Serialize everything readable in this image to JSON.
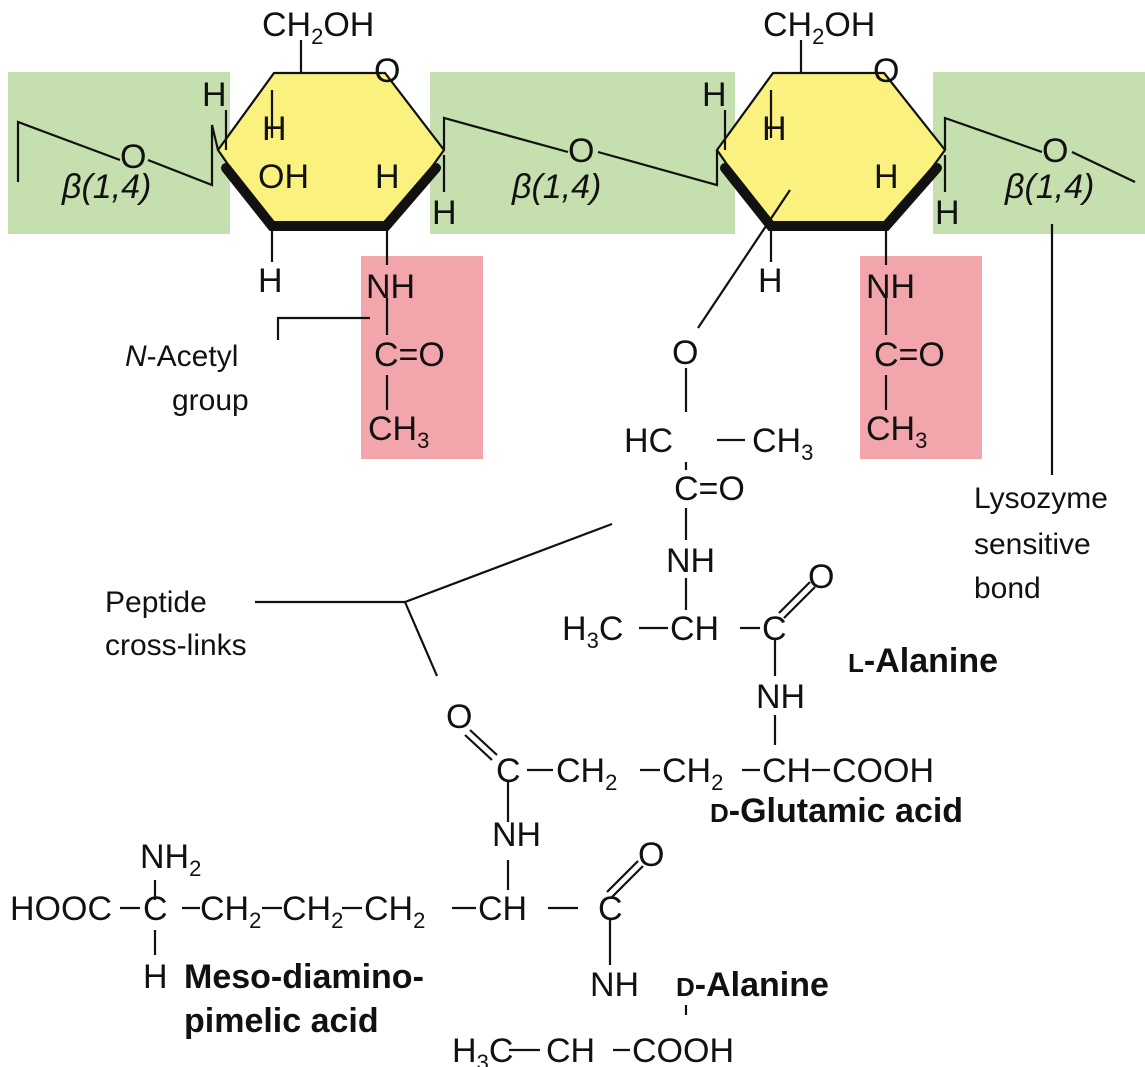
{
  "colors": {
    "glycosidic_region": "#c6dfae",
    "acetyl_region": "#f2a6ab",
    "sugar_ring": "#fbf17e",
    "bond": "#111111"
  },
  "labels": {
    "beta": "β",
    "linkage": "(1,4)",
    "ch2oh": "CH",
    "ch2oh_sub": "2",
    "ch2oh_tail": "OH",
    "ring_o": "O",
    "o": "O",
    "h": "H",
    "oh": "OH",
    "nh": "NH",
    "c_eq_o": "C=O",
    "ch3": "CH",
    "ch3_sub": "3",
    "n_acetyl_italic": "N",
    "n_acetyl_rest": "-Acetyl",
    "n_acetyl_line2": "group",
    "lysozyme_1": "Lysozyme",
    "lysozyme_2": "sensitive",
    "lysozyme_3": "bond",
    "peptide_1": "Peptide",
    "peptide_2": "cross-links",
    "hc": "HC",
    "c": "C",
    "ch": "CH",
    "h3c": "H",
    "h3c_sub": "3",
    "h3c_tail": "C",
    "cooh": "COOH",
    "hooc": "HOOC",
    "nh2": "NH",
    "nh2_sub": "2",
    "ch2": "CH",
    "ch2_sub": "2",
    "l_prefix": "L",
    "l_alanine": "-Alanine",
    "d_prefix": "D",
    "d_glutamic": "-Glutamic acid",
    "d_alanine": "-Alanine",
    "meso_1": "Meso-diamino-",
    "meso_2": "pimelic acid"
  }
}
